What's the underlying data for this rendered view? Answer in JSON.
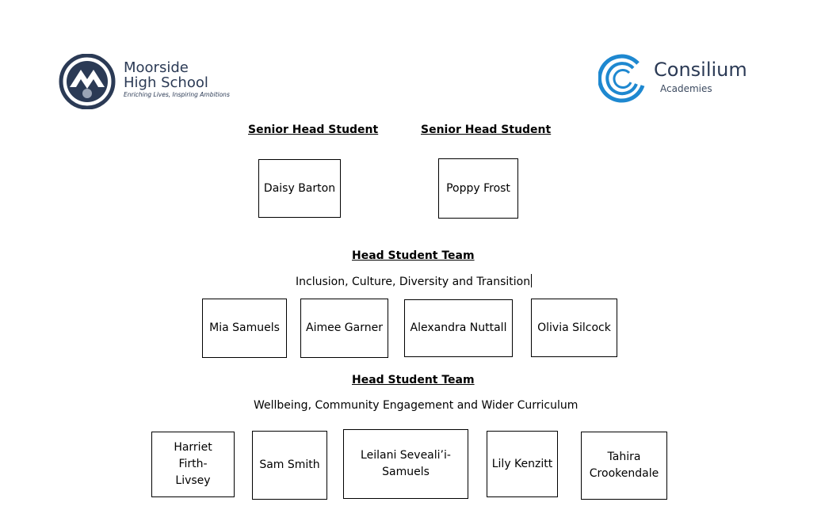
{
  "logos": {
    "moorside": {
      "line1": "Moorside",
      "line2": "High School",
      "tagline": "Enriching Lives, Inspiring Ambitions",
      "color": "#2b3a55"
    },
    "consilium": {
      "name": "Consilium",
      "sub": "Academies",
      "color": "#1e88d0"
    }
  },
  "senior": {
    "heading_left": "Senior Head Student",
    "heading_right": "Senior Head Student",
    "students": [
      "Daisy Barton",
      "Poppy Frost"
    ]
  },
  "team1": {
    "heading": "Head Student Team",
    "subheading": "Inclusion, Culture, Diversity and Transition",
    "members": [
      "Mia Samuels",
      "Aimee Garner",
      "Alexandra Nuttall",
      "Olivia Silcock"
    ]
  },
  "team2": {
    "heading": "Head Student Team",
    "subheading": "Wellbeing, Community Engagement and Wider Curriculum",
    "members": [
      "Harriet Firth-Livsey",
      "Sam Smith",
      "Leilani Seveali’i-Samuels",
      "Lily Kenzitt",
      "Tahira Crookendale"
    ]
  }
}
